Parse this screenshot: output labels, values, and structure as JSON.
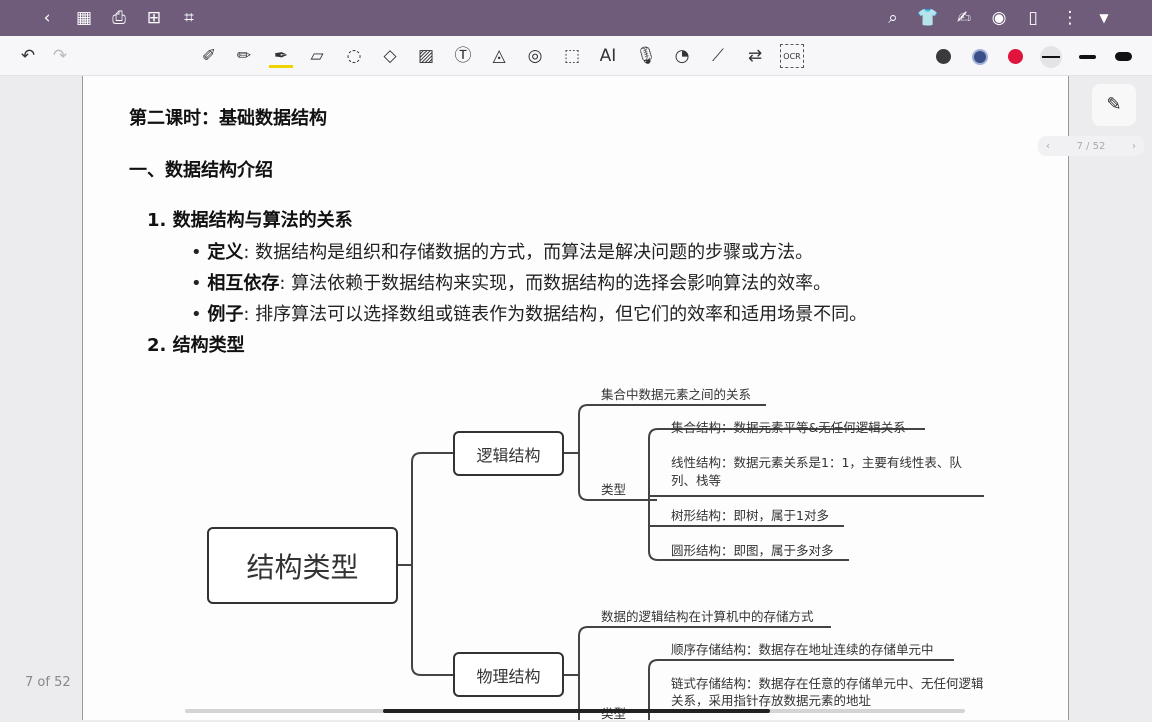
{
  "topbar": {
    "left_icons": [
      "back-icon",
      "grid-icon",
      "bookmark-icon",
      "add-page-icon",
      "crop-icon"
    ],
    "right_icons": [
      "search-icon",
      "shirt-icon",
      "pen-sign-icon",
      "eye-icon",
      "book-icon",
      "more-icon",
      "dropdown-icon"
    ]
  },
  "toolbar": {
    "tools": [
      "undo-icon",
      "redo-icon",
      "laser-pen-icon",
      "pencil-icon",
      "pen-icon",
      "highlighter-icon",
      "lasso-icon",
      "eraser-icon",
      "image-icon",
      "text-icon",
      "shape-icon",
      "tape-icon",
      "text-recognize-icon",
      "ai-icon",
      "microphone-icon",
      "sticker-icon",
      "laser-pointer-icon",
      "translate-icon",
      "ocr-icon"
    ],
    "ai_label": "AI",
    "ocr_label": "OCR",
    "colors": [
      "#3a3a3a",
      "#3b4f86",
      "#e0143c"
    ],
    "strokes": [
      "thin",
      "medium",
      "thick"
    ]
  },
  "side": {
    "page_indicator": "7 / 52"
  },
  "page_counter": "7 of 52",
  "doc": {
    "title": "第二课时：基础数据结构",
    "section": "一、数据结构介绍",
    "item1": "1. 数据结构与算法的关系",
    "bullets": [
      {
        "term": "定义",
        "text": ": 数据结构是组织和存储数据的方式，而算法是解决问题的步骤或方法。"
      },
      {
        "term": "相互依存",
        "text": ": 算法依赖于数据结构来实现，而数据结构的选择会影响算法的效率。"
      },
      {
        "term": "例子",
        "text": ": 排序算法可以选择数组或链表作为数据结构，但它们的效率和适用场景不同。"
      }
    ],
    "item2": "2. 结构类型"
  },
  "mindmap": {
    "root": "结构类型",
    "logical": {
      "label": "逻辑结构",
      "desc": "集合中数据元素之间的关系",
      "type": "类型",
      "children": [
        "集合结构：数据元素平等&无任何逻辑关系",
        "线性结构：数据元素关系是1：1，主要有线性表、队",
        "列、栈等",
        "树形结构：即树，属于1对多",
        "圆形结构：即图，属于多对多"
      ]
    },
    "physical": {
      "label": "物理结构",
      "desc": "数据的逻辑结构在计算机中的存储方式",
      "type": "类型",
      "children": [
        "顺序存储结构：数据存在地址连续的存储单元中",
        "链式存储结构：数据存在任意的存储单元中、无任何逻辑",
        "关系，采用指针存放数据元素的地址"
      ]
    }
  }
}
